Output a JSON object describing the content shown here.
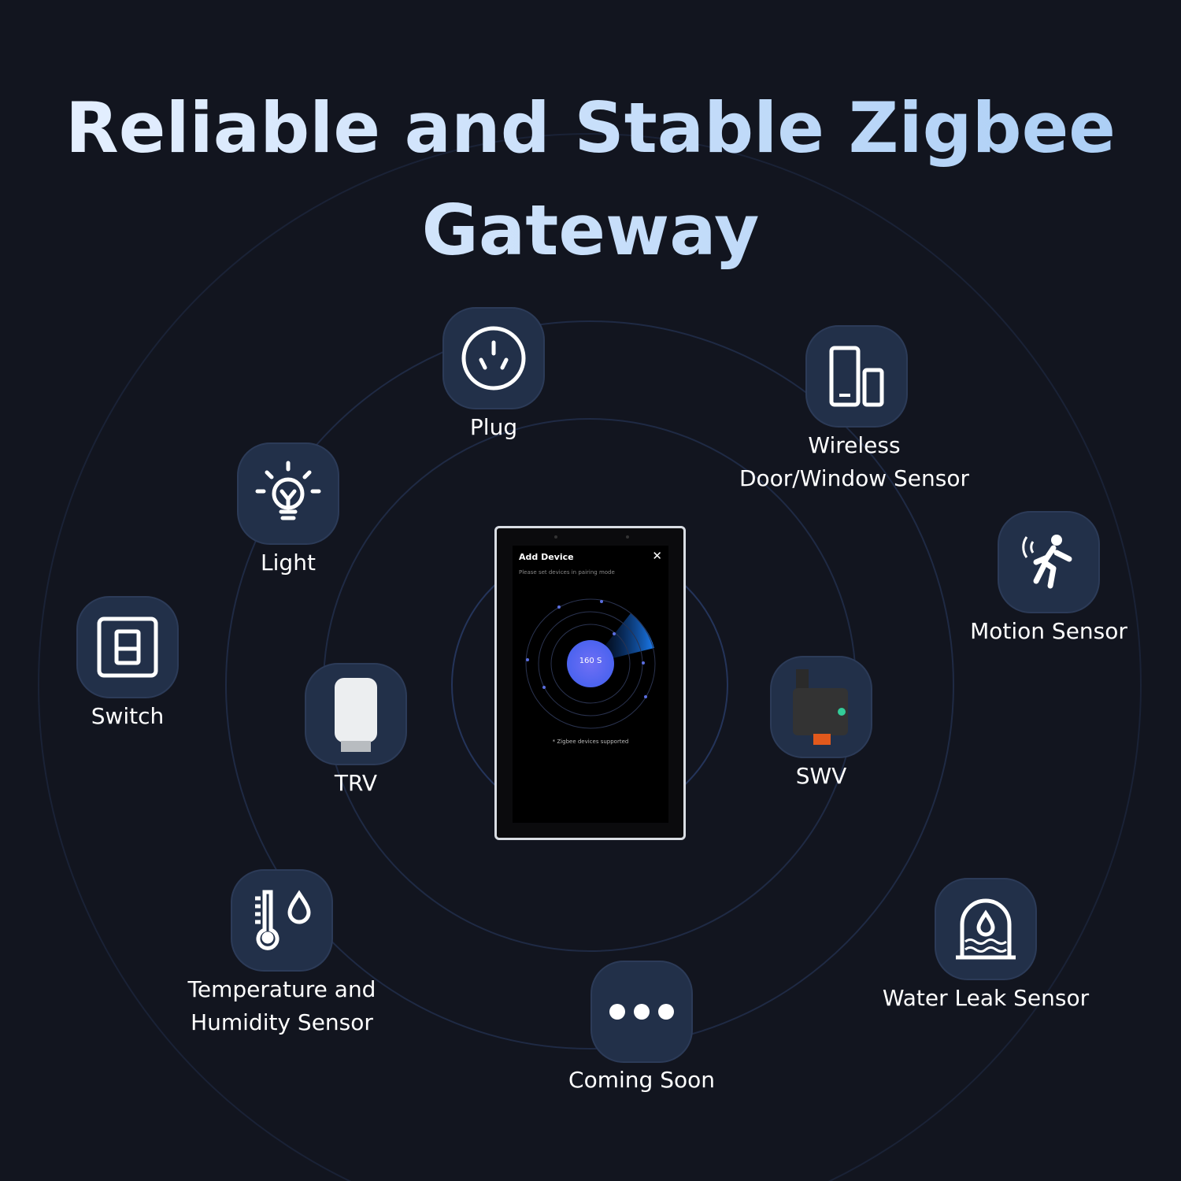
{
  "title_line1": "Reliable and Stable Zigbee",
  "title_line2": "Gateway",
  "colors": {
    "background": "#12151f",
    "tile": "#223049",
    "accent": "#5b6cf0"
  },
  "devices": [
    {
      "name": "Plug",
      "icon": "plug-icon"
    },
    {
      "name": "Wireless",
      "name2": "Door/Window Sensor",
      "icon": "door-window-sensor-icon"
    },
    {
      "name": "Light",
      "icon": "light-bulb-icon"
    },
    {
      "name": "Motion Sensor",
      "icon": "motion-sensor-icon"
    },
    {
      "name": "Switch",
      "icon": "switch-icon"
    },
    {
      "name": "TRV",
      "icon": "trv-icon"
    },
    {
      "name": "SWV",
      "icon": "swv-icon"
    },
    {
      "name": "Temperature and",
      "name2": "Humidity Sensor",
      "icon": "thermometer-icon"
    },
    {
      "name": "Water Leak Sensor",
      "icon": "water-leak-icon"
    },
    {
      "name": "Coming Soon",
      "icon": "more-icon"
    }
  ],
  "screen": {
    "title": "Add Device",
    "subtitle": "Please set devices in pairing mode",
    "timer": "160 S",
    "note": "* Zigbee devices supported",
    "close": "close-icon"
  }
}
